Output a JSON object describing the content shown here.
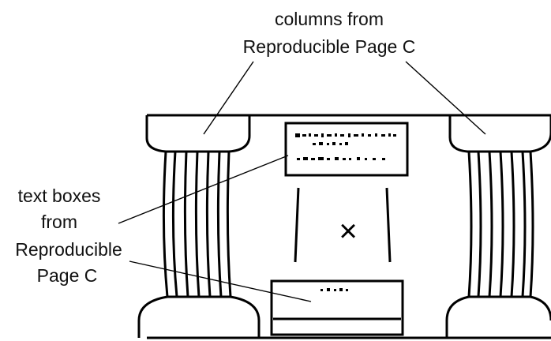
{
  "labels": {
    "columns": {
      "line1": "columns from",
      "line2": "Reproducible Page C"
    },
    "text_boxes": {
      "line1": "text boxes",
      "line2": "from",
      "line3": "Reproducible",
      "line4": "Page C"
    }
  },
  "center_mark": "×"
}
